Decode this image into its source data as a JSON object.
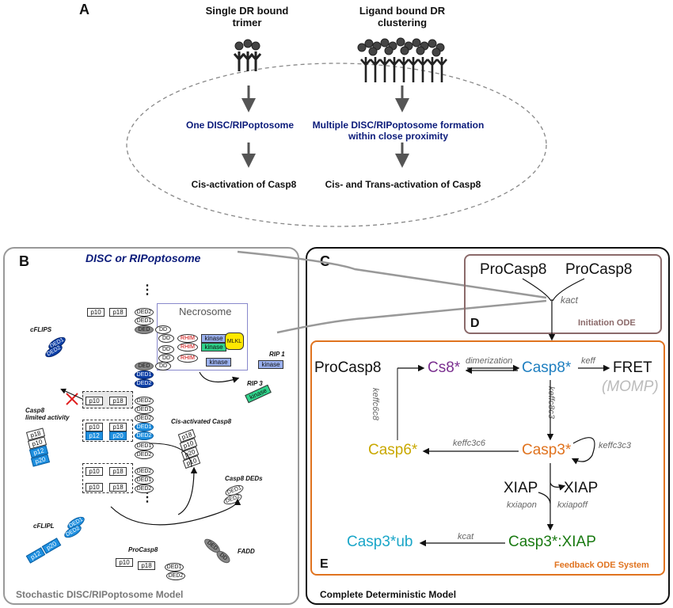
{
  "panelA": {
    "letter": "A",
    "left_title": "Single DR bound\ntrimer",
    "right_title": "Ligand bound DR\nclustering",
    "left_mid": "One DISC/RIPoptosome",
    "right_mid": "Multiple DISC/RIPoptosome formation\nwithin close proximity",
    "left_bottom": "Cis-activation of Casp8",
    "right_bottom": "Cis- and Trans-activation of Casp8"
  },
  "panelB": {
    "letter": "B",
    "title": "DISC or RIPoptosome",
    "footer": "Stochastic DISC/RIPoptosome Model",
    "necrosome": "Necrosome",
    "cflips": "cFLIPS",
    "cflipl": "cFLIPL",
    "casp8_limited": "Casp8\nlimited activity",
    "cis_activated": "Cis-activated Casp8",
    "casp8_deds": "Casp8 DEDs",
    "procasp8": "ProCasp8",
    "fadd": "FADD",
    "rip1": "RIP 1",
    "rip3": "RIP 3",
    "labels": {
      "p10": "p10",
      "p18": "p18",
      "p12": "p12",
      "p20": "p20",
      "ded": "DED",
      "ded1": "DED1",
      "ded2": "DED2",
      "dd": "DD",
      "rhim": "RHIM",
      "kinase": "kinase",
      "mlkl": "MLKL",
      "dots": "⋮"
    }
  },
  "panelC": {
    "letter": "C",
    "footer": "Complete Deterministic Model"
  },
  "panelD": {
    "letter": "D",
    "procasp8_a": "ProCasp8",
    "procasp8_b": "ProCasp8",
    "kact": "kact",
    "footer": "Initiation ODE"
  },
  "panelE": {
    "letter": "E",
    "footer": "Feedback ODE System",
    "procasp8": "ProCasp8",
    "cs8": "Cs8*",
    "casp8": "Casp8*",
    "fret": "FRET",
    "momp": "(MOMP)",
    "casp6": "Casp6*",
    "casp3": "Casp3*",
    "xiap_a": "XIAP",
    "xiap_b": "XIAP",
    "casp3xiap": "Casp3*:XIAP",
    "casp3ub": "Casp3*ub",
    "dimerization": "dimerization",
    "keff": "keff",
    "keffc6c8": "keffc6c8",
    "keffc8c3": "keffc8c3",
    "keffc3c3": "keffc3c3",
    "keffc3c6": "keffc3c6",
    "kxiapon": "kxiapon",
    "kxiapoff": "kxiapoff",
    "kcat": "kcat"
  },
  "colors": {
    "navy": "#0b1b7a",
    "purple": "#7a2f8f",
    "casp8_blue": "#1f7fc0",
    "orange": "#e0731f",
    "olive": "#c9a800",
    "green": "#1a7a12",
    "cyan": "#1aa6c8",
    "brown": "#8b6a6a",
    "gray": "#999999"
  }
}
